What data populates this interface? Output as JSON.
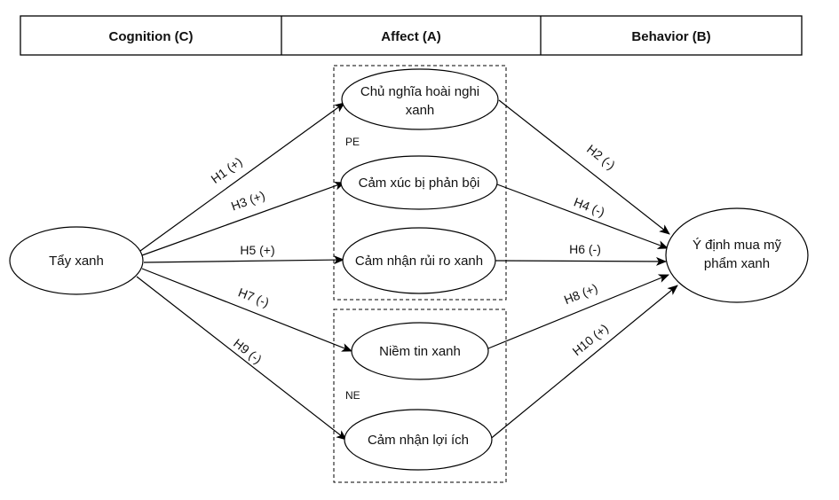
{
  "header": {
    "cognition": "Cognition (C)",
    "affect": "Affect (A)",
    "behavior": "Behavior (B)"
  },
  "groups": {
    "pe": "PE",
    "ne": "NE"
  },
  "nodes": {
    "source": [
      "Tẩy xanh"
    ],
    "skepticism": [
      "Chủ nghĩa hoài nghi",
      "xanh"
    ],
    "betrayal": [
      "Cảm xúc bị phản bội"
    ],
    "risk": [
      "Cảm nhận rủi ro xanh"
    ],
    "trust": [
      "Niềm tin xanh"
    ],
    "benefit": [
      "Cảm nhận lợi ích"
    ],
    "intention": [
      "Ý định mua mỹ",
      "phẩm xanh"
    ]
  },
  "edges": {
    "h1": "H1 (+)",
    "h2": "H2 (-)",
    "h3": "H3 (+)",
    "h4": "H4 (-)",
    "h5": "H5 (+)",
    "h6": "H6 (-)",
    "h7": "H7 (-)",
    "h8": "H8 (+)",
    "h9": "H9 (-)",
    "h10": "H10 (+)"
  }
}
